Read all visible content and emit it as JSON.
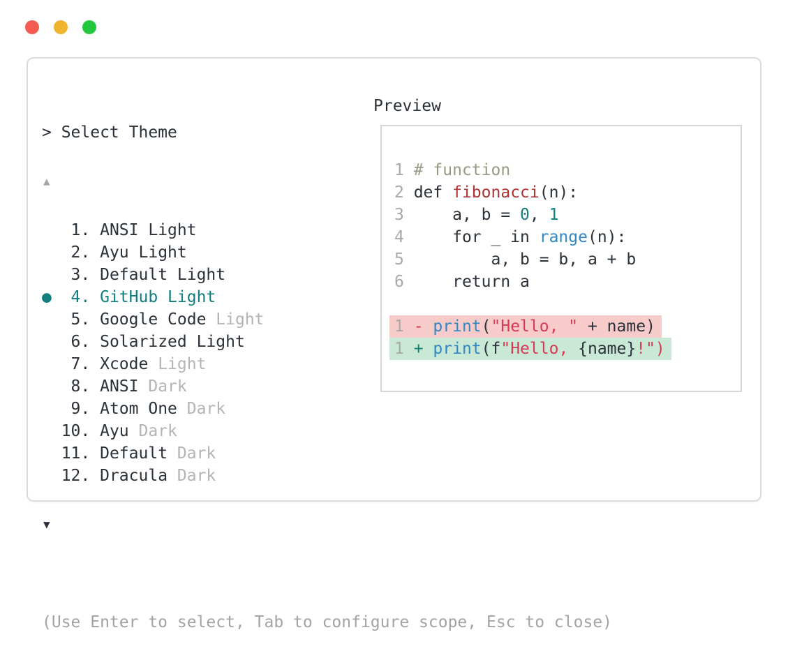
{
  "palette": {
    "fg": "#2a3138",
    "dim": "#b4b4b4",
    "hint": "#a3a3a3",
    "lineno": "#a9a9a9",
    "sel": "#117f80",
    "com": "#999983",
    "fn": "#ad3232",
    "blt": "#2f87c3",
    "str": "#d63a55",
    "del": "#d6394a",
    "add": "#15807a",
    "delbg": "#f8cbcb",
    "addbg": "#c9e8d5",
    "winborder": "#dcdcdc",
    "boxborder": "#d6d6d6"
  },
  "window": {
    "traffic_lights": [
      {
        "name": "close",
        "color": "#f45c52"
      },
      {
        "name": "minimize",
        "color": "#f0b42e"
      },
      {
        "name": "zoom",
        "color": "#24c83e"
      }
    ]
  },
  "selector": {
    "prompt": "> Select Theme",
    "scroll_up": "▲",
    "scroll_down": "▼",
    "selected_marker": "●",
    "items": [
      {
        "marker": " ",
        "num": "  1. ",
        "num_style": "fg",
        "selected": false,
        "parts": [
          [
            "ANSI Light",
            "fg"
          ]
        ]
      },
      {
        "marker": " ",
        "num": "  2. ",
        "num_style": "fg",
        "selected": false,
        "parts": [
          [
            "Ayu Light",
            "fg"
          ]
        ]
      },
      {
        "marker": " ",
        "num": "  3. ",
        "num_style": "fg",
        "selected": false,
        "parts": [
          [
            "Default Light",
            "fg"
          ]
        ]
      },
      {
        "marker": "●",
        "num": "  4. ",
        "num_style": "sel",
        "selected": true,
        "parts": [
          [
            "GitHub Light",
            "sel"
          ]
        ]
      },
      {
        "marker": " ",
        "num": "  5. ",
        "num_style": "fg",
        "selected": false,
        "parts": [
          [
            "Google Code",
            "fg"
          ],
          [
            " Light",
            "dim"
          ]
        ]
      },
      {
        "marker": " ",
        "num": "  6. ",
        "num_style": "fg",
        "selected": false,
        "parts": [
          [
            "Solarized Light",
            "fg"
          ]
        ]
      },
      {
        "marker": " ",
        "num": "  7. ",
        "num_style": "fg",
        "selected": false,
        "parts": [
          [
            "Xcode",
            "fg"
          ],
          [
            " Light",
            "dim"
          ]
        ]
      },
      {
        "marker": " ",
        "num": "  8. ",
        "num_style": "fg",
        "selected": false,
        "parts": [
          [
            "ANSI",
            "fg"
          ],
          [
            " Dark",
            "dim"
          ]
        ]
      },
      {
        "marker": " ",
        "num": "  9. ",
        "num_style": "fg",
        "selected": false,
        "parts": [
          [
            "Atom One",
            "fg"
          ],
          [
            " Dark",
            "dim"
          ]
        ]
      },
      {
        "marker": " ",
        "num": " 10. ",
        "num_style": "fg",
        "selected": false,
        "parts": [
          [
            "Ayu",
            "fg"
          ],
          [
            " Dark",
            "dim"
          ]
        ]
      },
      {
        "marker": " ",
        "num": " 11. ",
        "num_style": "fg",
        "selected": false,
        "parts": [
          [
            "Default",
            "fg"
          ],
          [
            " Dark",
            "dim"
          ]
        ]
      },
      {
        "marker": " ",
        "num": " 12. ",
        "num_style": "fg",
        "selected": false,
        "parts": [
          [
            "Dracula",
            "fg"
          ],
          [
            " Dark",
            "dim"
          ]
        ]
      }
    ],
    "hint": "(Use Enter to select, Tab to configure scope, Esc to close)"
  },
  "preview": {
    "title": "Preview",
    "lines": [
      {
        "no": "1",
        "diff": "",
        "segs": [
          [
            " # function",
            "com"
          ]
        ]
      },
      {
        "no": "2",
        "diff": "",
        "segs": [
          [
            " def ",
            "fg"
          ],
          [
            "fibonacci",
            "fn"
          ],
          [
            "(n):",
            "fg"
          ]
        ]
      },
      {
        "no": "3",
        "diff": "",
        "segs": [
          [
            "     a, b = ",
            "fg"
          ],
          [
            "0",
            "num"
          ],
          [
            ", ",
            "fg"
          ],
          [
            "1",
            "num"
          ]
        ]
      },
      {
        "no": "4",
        "diff": "",
        "segs": [
          [
            "     for _ in ",
            "fg"
          ],
          [
            "range",
            "blt"
          ],
          [
            "(n):",
            "fg"
          ]
        ]
      },
      {
        "no": "5",
        "diff": "",
        "segs": [
          [
            "         a, b = b, a + b",
            "fg"
          ]
        ]
      },
      {
        "no": "6",
        "diff": "",
        "segs": [
          [
            "     return a",
            "fg"
          ]
        ]
      },
      {
        "no": "",
        "diff": "",
        "segs": []
      },
      {
        "no": "1",
        "diff": "del",
        "segs": [
          [
            " - ",
            "del"
          ],
          [
            "print",
            "blt"
          ],
          [
            "(",
            "fg"
          ],
          [
            "\"Hello, \"",
            "str"
          ],
          [
            " + name)",
            "fg"
          ]
        ]
      },
      {
        "no": "1",
        "diff": "add",
        "segs": [
          [
            " + ",
            "add"
          ],
          [
            "print",
            "blt"
          ],
          [
            "(f",
            "fg"
          ],
          [
            "\"Hello, ",
            "str"
          ],
          [
            "{name}",
            "fg"
          ],
          [
            "!\")",
            "str"
          ]
        ]
      }
    ]
  }
}
